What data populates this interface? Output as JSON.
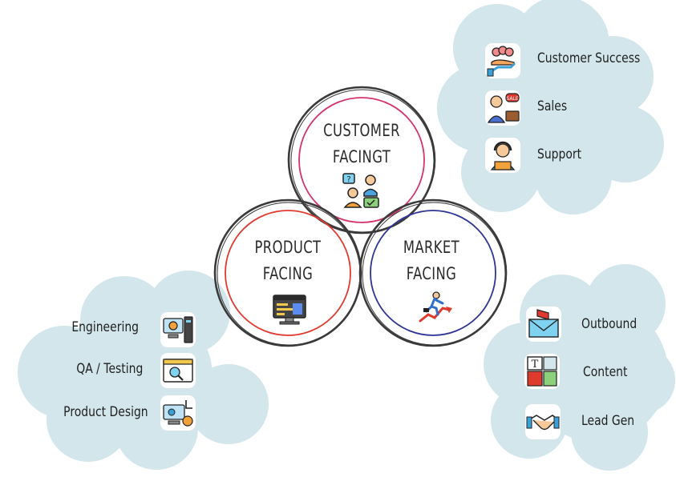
{
  "colors": {
    "cloud": "#d3e6ec",
    "ring_outer": "#3a3a3a",
    "customer_ring": "#d6336c",
    "product_ring": "#e03a2f",
    "market_ring": "#2f3596"
  },
  "rings": {
    "customer": {
      "line1": "CUSTOMER",
      "line2": "FACINGt",
      "icon": "customer-support-icon"
    },
    "product": {
      "line1": "PRODUCT",
      "line2": "FACING",
      "icon": "code-monitor-icon"
    },
    "market": {
      "line1": "MARKET",
      "line2": "FACING",
      "icon": "growth-runner-icon"
    }
  },
  "clouds": {
    "customer": {
      "items": [
        {
          "label": "Customer Success",
          "icon": "hand-team-icon"
        },
        {
          "label": "Sales",
          "icon": "salesperson-icon"
        },
        {
          "label": "Support",
          "icon": "headset-agent-icon"
        }
      ]
    },
    "product": {
      "items": [
        {
          "label": "Engineering",
          "icon": "gear-computer-icon"
        },
        {
          "label": "QA / Testing",
          "icon": "search-window-icon"
        },
        {
          "label": "Product Design",
          "icon": "design-tools-icon"
        }
      ]
    },
    "market": {
      "items": [
        {
          "label": "Outbound",
          "icon": "megaphone-mail-icon"
        },
        {
          "label": "Content",
          "icon": "content-layout-icon"
        },
        {
          "label": "Lead Gen",
          "icon": "handshake-icon"
        }
      ]
    }
  }
}
